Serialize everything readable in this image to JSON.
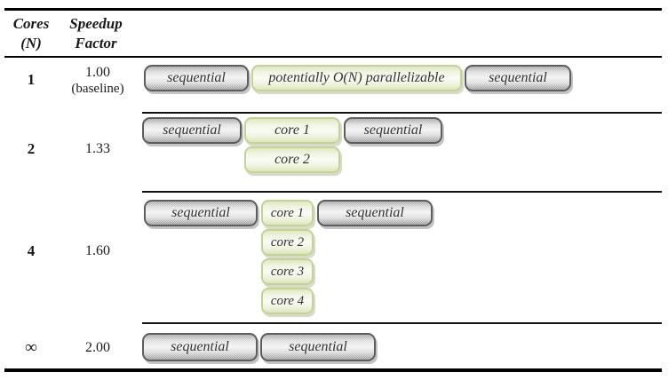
{
  "table": {
    "header": {
      "cores_line1": "Cores",
      "cores_line2": "(N)",
      "speedup_line1": "Speedup",
      "speedup_line2": "Factor"
    },
    "rows": [
      {
        "cores": "1",
        "speedup": "1.00",
        "speedup_note": "(baseline)",
        "bars": [
          {
            "label": "sequential",
            "type": "sequential"
          },
          {
            "label": "potentially O(N) parallelizable",
            "type": "parallelizable"
          },
          {
            "label": "sequential",
            "type": "sequential"
          }
        ]
      },
      {
        "cores": "2",
        "speedup": "1.33",
        "bars": [
          {
            "label": "sequential",
            "type": "sequential"
          },
          {
            "label": "core 1",
            "type": "parallelizable"
          },
          {
            "label": "sequential",
            "type": "sequential"
          },
          {
            "label": "core 2",
            "type": "parallelizable"
          }
        ]
      },
      {
        "cores": "4",
        "speedup": "1.60",
        "bars": [
          {
            "label": "sequential",
            "type": "sequential"
          },
          {
            "label": "core 1",
            "type": "parallelizable"
          },
          {
            "label": "sequential",
            "type": "sequential"
          },
          {
            "label": "core 2",
            "type": "parallelizable"
          },
          {
            "label": "core 3",
            "type": "parallelizable"
          },
          {
            "label": "core 4",
            "type": "parallelizable"
          }
        ]
      },
      {
        "cores": "∞",
        "speedup": "2.00",
        "bars": [
          {
            "label": "sequential",
            "type": "sequential"
          },
          {
            "label": "sequential",
            "type": "sequential"
          }
        ]
      }
    ]
  },
  "colors": {
    "sequential_fill": "#e8e8e8",
    "sequential_border": "#5d5d5d",
    "parallelizable_fill": "#f0f4e2",
    "parallelizable_border": "#c3d394",
    "rule": "#000000",
    "text": "#1a1a1a"
  }
}
